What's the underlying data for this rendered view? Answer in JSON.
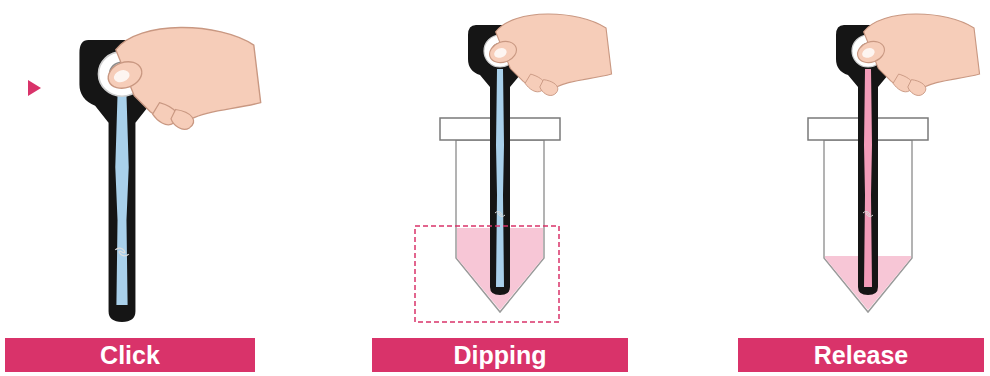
{
  "diagram": {
    "nodes": [
      {
        "text": [
          "Click"
        ]
      },
      {
        "text": [
          "Dipping"
        ]
      },
      {
        "text": [
          "Release"
        ]
      }
    ]
  }
}
